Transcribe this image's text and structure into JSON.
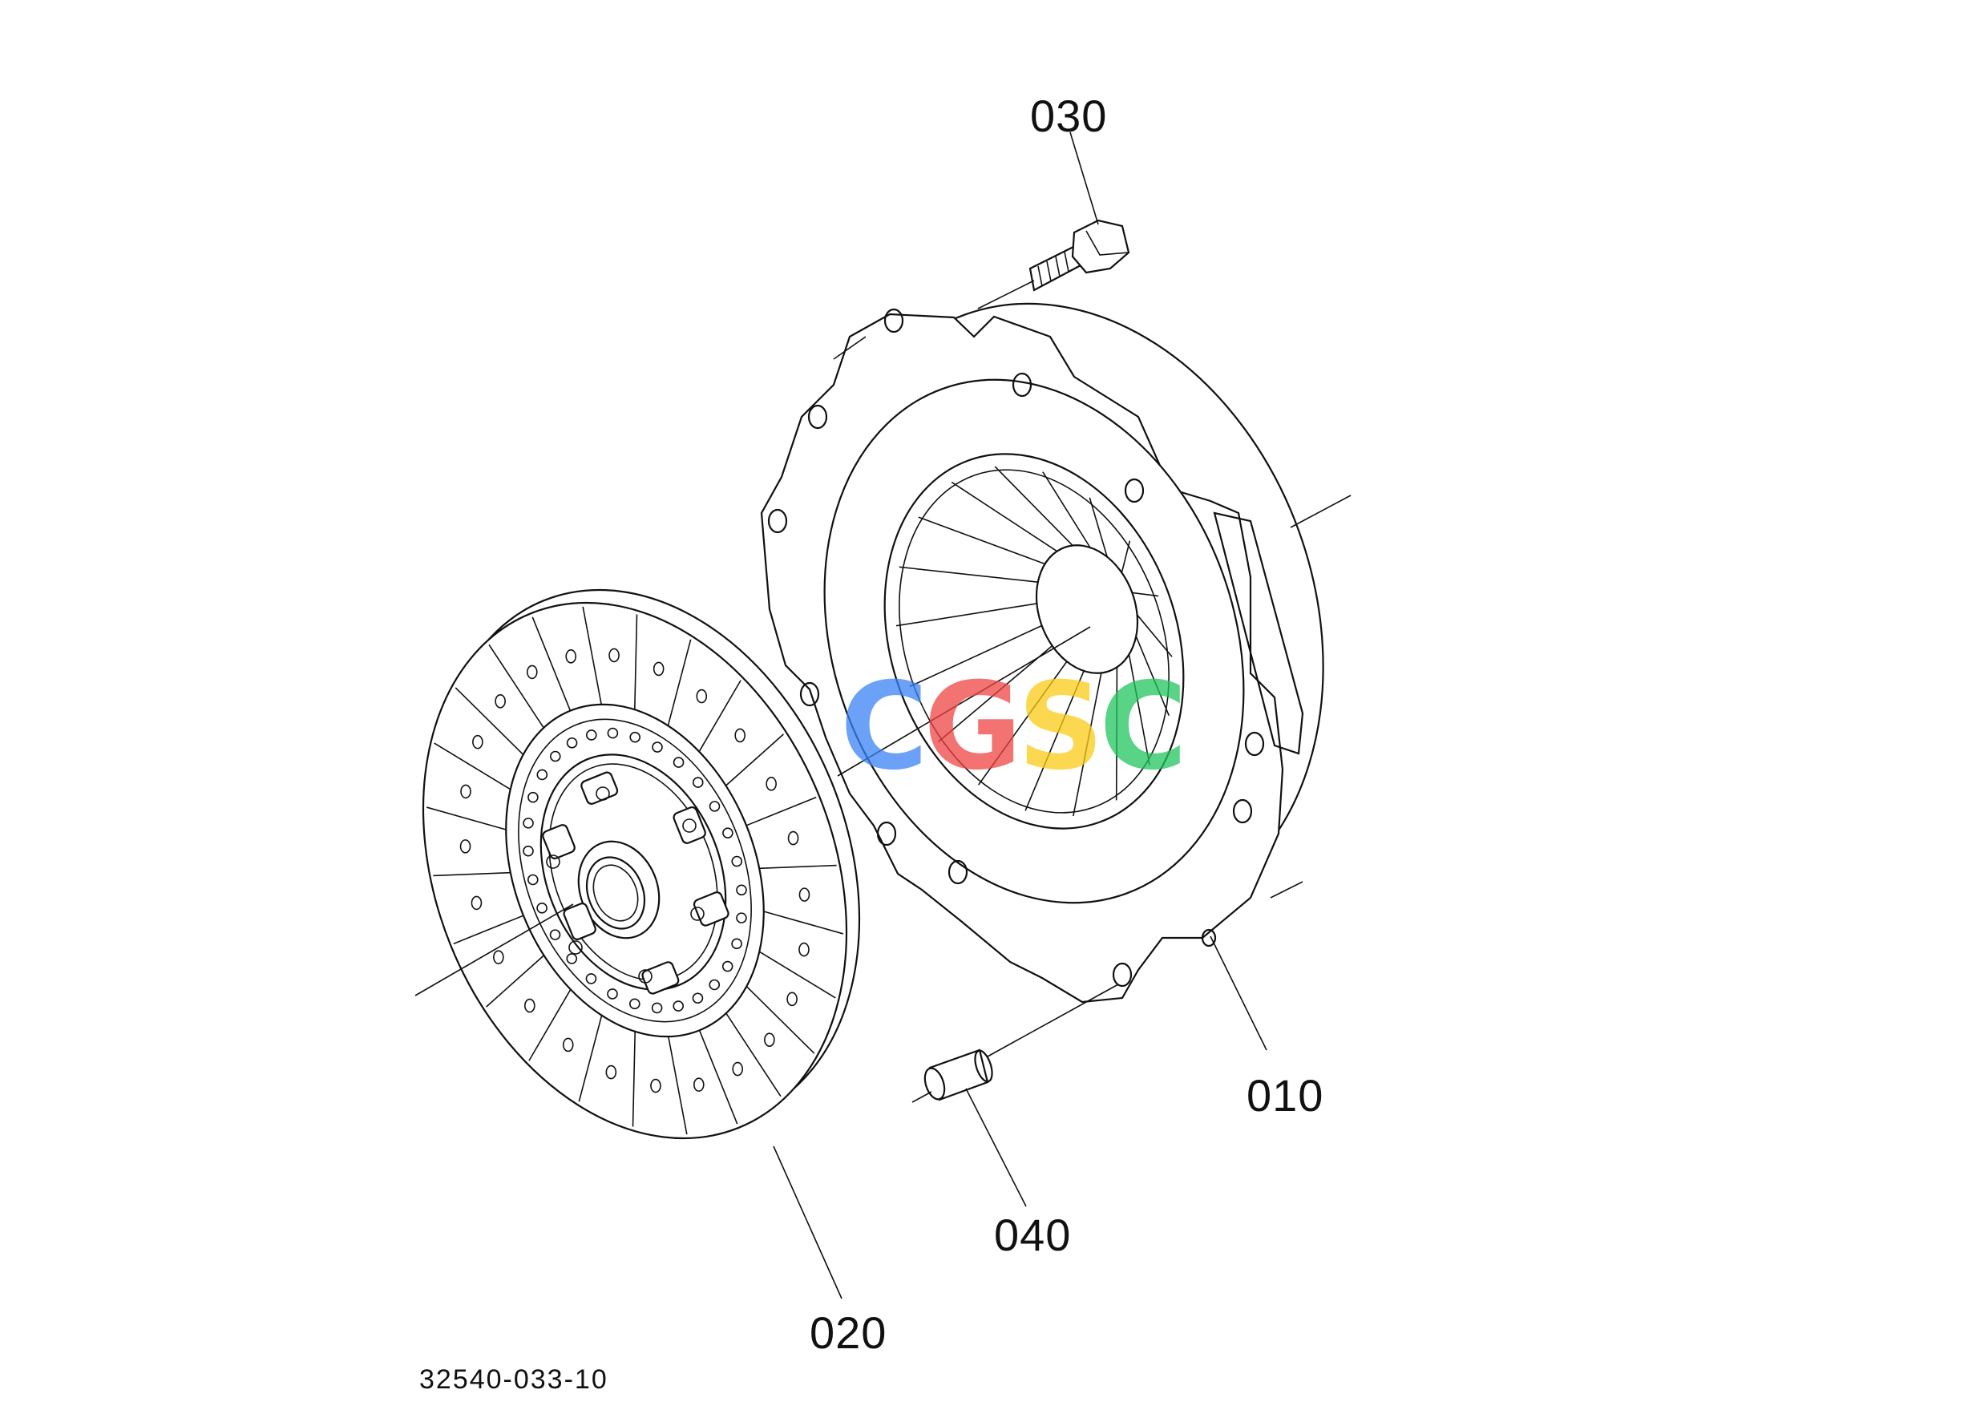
{
  "parts": [
    {
      "id": "010",
      "label": "010"
    },
    {
      "id": "020",
      "label": "020"
    },
    {
      "id": "030",
      "label": "030"
    },
    {
      "id": "040",
      "label": "040"
    }
  ],
  "drawing_number": "32540-033-10",
  "watermark": {
    "letters": [
      "C",
      "G",
      "S",
      "C"
    ],
    "colors": [
      "#3b82f6",
      "#ef4444",
      "#facc15",
      "#22c55e"
    ]
  }
}
